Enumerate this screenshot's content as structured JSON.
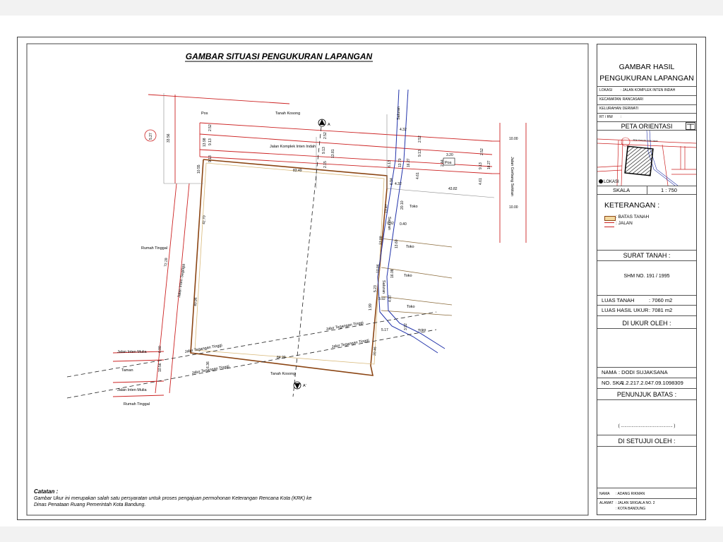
{
  "map": {
    "title": "GAMBAR SITUASI PENGUKURAN LAPANGAN",
    "labels": {
      "pos_top": "Pos",
      "pos_right": "Pos",
      "tanah_kosong_top": "Tanah Kosong",
      "tanah_kosong_bottom": "Tanah Kosong",
      "jalan_komplek": "Jalan Komplek Inten Indah",
      "jalan_gerbang": "Jalan Gerbang Sekitan",
      "jalan_inten_segitiga": "Jalan Inten Segitiga",
      "jalan_inten_mulia_1": "Jalan Inten Mulia",
      "jalan_inten_mulia_2": "Jalan Inten Mulia",
      "taman": "Taman",
      "rumah_tinggal_1": "Rumah Tinggal",
      "rumah_tinggal_2": "Rumah Tinggal",
      "toko_1": "Toko",
      "toko_2": "Toko",
      "toko_3": "Toko",
      "toko_4": "Toko",
      "toko_5": "Toko",
      "saluran_1": "Saluran",
      "saluran_2": "Saluran",
      "saluran_3": "Saluran",
      "jalur_1": "Jalur Tegangan Tinggi",
      "jalur_2": "Jalur Tegangan Tinggi",
      "jalur_3": "Jalur Tegangan Tinggi",
      "jalur_4": "Jalur Tegangan Tinggi",
      "point_a": "A",
      "point_a2": "A'"
    },
    "dims": {
      "d1": "83.49",
      "d2": "42.70",
      "d3": "40.96",
      "d4": "84.20",
      "d5": "20.46",
      "d6": "13.47",
      "d7": "13.88",
      "d8": "10.86",
      "d9": "4.32",
      "d10": "4.32",
      "d11": "43.82",
      "d12": "10.00",
      "d13": "10.00",
      "d14": "33.56",
      "d15": "72.28",
      "d16": "10.55",
      "d17": "13.98",
      "d18": "9.13",
      "d19": "2.52",
      "d20": "9.13",
      "d21": "13.81",
      "d22": "2.52",
      "d23": "2.15",
      "d24": "3.20",
      "d25": "2.44",
      "d26": "16.27",
      "d27": "9.13",
      "d28": "2.52",
      "d29": "9.13",
      "d30": "16.27",
      "d31": "4.61",
      "d32": "4.61",
      "d33": "6.94",
      "d34": "20.10",
      "d35": "0.40",
      "d36": "0.92",
      "d37": "13.60",
      "d38": "16.08",
      "d39": "5.23",
      "d40": "3.92",
      "d41": "4.97",
      "d42": "5.17",
      "d43": "3.92",
      "d44": "6.00",
      "d45": "10.56",
      "d46": "5.27",
      "d47": "6.36",
      "d48": "1.99",
      "d49": "9.13",
      "d50": "2.52",
      "d51": "13.70",
      "d52": "6.13"
    },
    "notes_title": "Catatan :",
    "notes_line1": "Gambar Ukur ini merupakan salah satu persyaratan untuk proses pengajuan permohonan Keterangan Rencana Kota (KRK) ke",
    "notes_line2": "Dinas Penataan Ruang Pemerintah Kota Bandung."
  },
  "panel": {
    "header1": "GAMBAR HASIL",
    "header2": "PENGUKURAN LAPANGAN",
    "lokasi_label": "LOKASI",
    "lokasi_value": ": JALAN KOMPLEK INTEN INDAH",
    "kecamatan_label": "KECAMATAN",
    "kecamatan_value": ": RANCASARI",
    "kelurahan_label": "KELURAHAN",
    "kelurahan_value": ": DERWATI",
    "rtrw_label": "RT / RW",
    "rtrw_value": ":",
    "peta_orientasi": "PETA ORIENTASI",
    "orientasi_road": "Jalan Komplek Inten Indah",
    "lokasi_marker": "LOKASI",
    "skala_label": "SKALA",
    "skala_value": "1 : 750",
    "keterangan": "KETERANGAN :",
    "legend_batas": ": BATAS TANAH",
    "legend_jalan": ": JALAN",
    "surat_tanah": "SURAT TANAH :",
    "shm": "SHM NO. 191 / 1995",
    "luas_tanah_label": "LUAS TANAH",
    "luas_tanah_value": ": 7060 m2",
    "luas_hasil_label": "LUAS HASIL UKUR",
    "luas_hasil_value": ": 7081 m2",
    "di_ukur_oleh": "DI UKUR OLEH :",
    "nama_label": "NAMA",
    "nama_value": ": DODI SUJAKSANA",
    "ska_label": "NO. SKA",
    "ska_value": ": 1.2.217.2.047.09.1098309",
    "penunjuk": "PENUNJUK BATAS :",
    "penunjuk_blank": "( ............................................ )",
    "disetujui": "DI SETUJUI OLEH :",
    "nama2_label": "NAMA",
    "nama2_value": ": ADANG RIKMAN",
    "alamat_label": "ALAMAT",
    "alamat_value": ": JALAN SRIGALA NO. 2",
    "alamat_value2": ": KOTA BANDUNG"
  },
  "colors": {
    "boundary": "#8B4513",
    "road": "#cc2222",
    "river": "#2233aa",
    "line": "#555555"
  }
}
